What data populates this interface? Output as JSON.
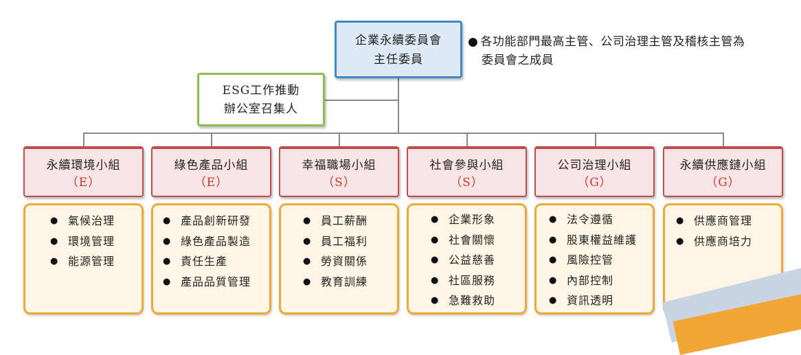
{
  "chair": {
    "line1": "企業永續委員會",
    "line2": "主任委員"
  },
  "note": {
    "line1": "各功能部門最高主管、公司治理主管及稽核主管為",
    "line2": "委員會之成員"
  },
  "convener": {
    "line1": "ESG工作推動",
    "line2": "辦公室召集人"
  },
  "groups": [
    {
      "name": "永續環境小組",
      "tag": "（E）",
      "items": [
        "氣候治理",
        "環境管理",
        "能源管理"
      ]
    },
    {
      "name": "綠色產品小組",
      "tag": "（E）",
      "items": [
        "產品創新研發",
        "綠色產品製造",
        "責任生產",
        "產品品質管理"
      ]
    },
    {
      "name": "幸福職場小組",
      "tag": "（S）",
      "items": [
        "員工薪酬",
        "員工福利",
        "勞資關係",
        "教育訓練"
      ]
    },
    {
      "name": "社會參與小組",
      "tag": "（S）",
      "items": [
        "企業形象",
        "社會關懷",
        "公益慈善",
        "社區服務",
        "急難救助"
      ]
    },
    {
      "name": "公司治理小組",
      "tag": "（G）",
      "items": [
        "法令遵循",
        "股東權益維護",
        "風險控管",
        "內部控制",
        "資訊透明"
      ]
    },
    {
      "name": "永續供應鏈小組",
      "tag": "（G）",
      "items": [
        "供應商管理",
        "供應商培力"
      ]
    }
  ]
}
